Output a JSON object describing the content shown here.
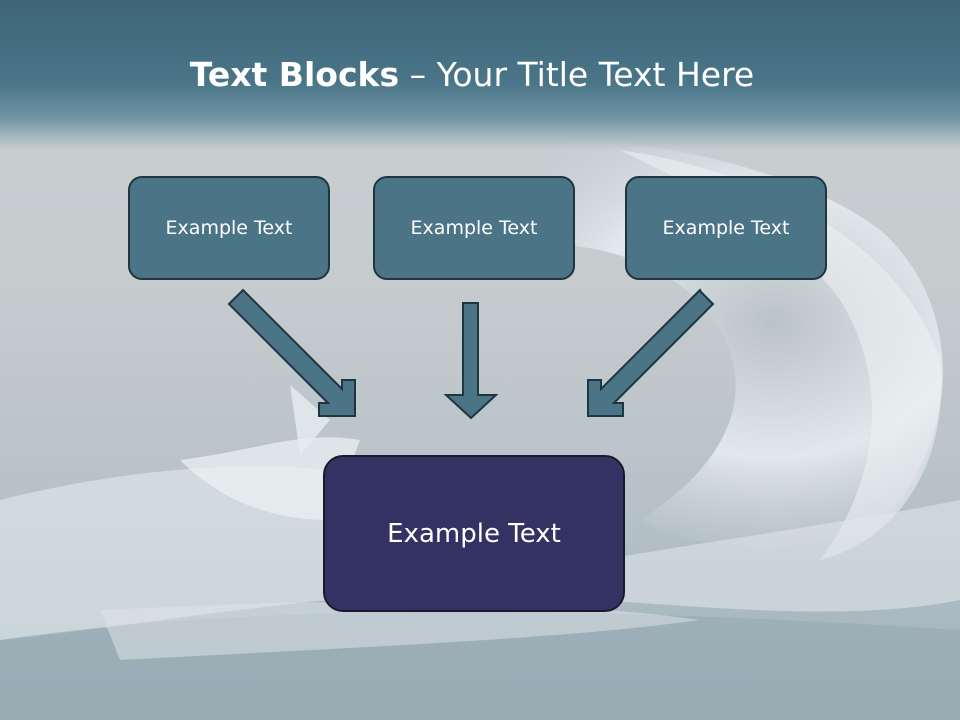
{
  "slide": {
    "title_bold": "Text Blocks",
    "title_dash": " – ",
    "title_rest": "Your Title Text Here"
  },
  "top_boxes": [
    {
      "label": "Example Text"
    },
    {
      "label": "Example Text"
    },
    {
      "label": "Example Text"
    }
  ],
  "target_box": {
    "label": "Example Text"
  },
  "colors": {
    "title_band": "#4a7588",
    "top_box_fill": "#4b7486",
    "target_box_fill": "#343263",
    "arrow_fill": "#4b7486",
    "text": "#ffffff"
  }
}
